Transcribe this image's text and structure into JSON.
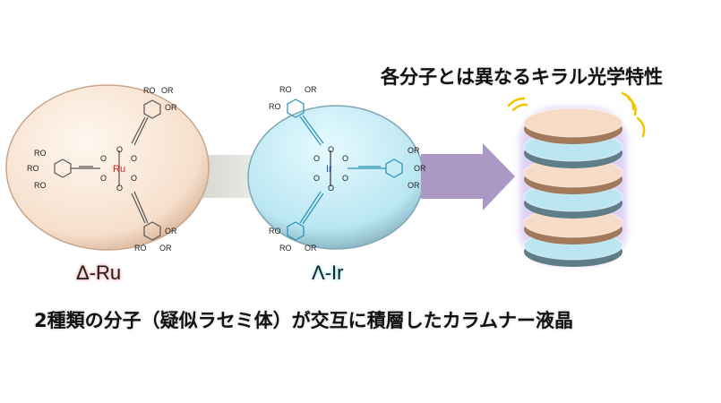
{
  "heading": "各分子とは異なるキラル光学特性",
  "caption": "2種類の分子（疑似ラセミ体）が交互に積層したカラムナー液晶",
  "complexes": {
    "ru": {
      "label": "Δ-Ru",
      "metal": "Ru",
      "color": "#e02020"
    },
    "ir": {
      "label": "Λ-Ir",
      "metal": "Ir",
      "color": "#1a4fd0"
    }
  },
  "chem": {
    "ro": "RO",
    "or": "OR",
    "o": "O"
  },
  "colors": {
    "arrow": "#ab98c4",
    "peach": "#f6dcc7",
    "blue": "#bde6f3",
    "glow": "#ffe23a"
  }
}
